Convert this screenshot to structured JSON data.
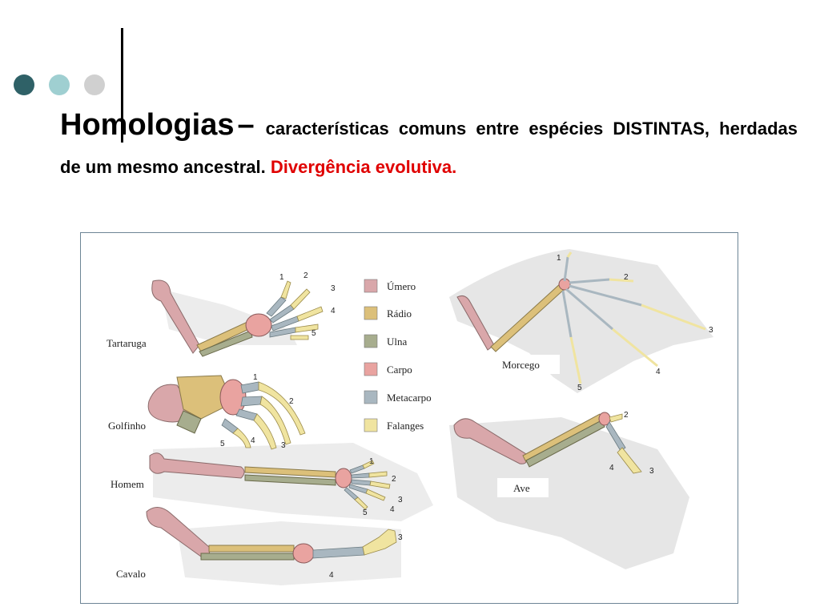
{
  "heading": {
    "title_word": "Homologias",
    "dash": "–",
    "text_part": "características comuns entre espécies DISTINTAS, herdadas de um mesmo ancestral.",
    "highlight": "Divergência evolutiva."
  },
  "colors": {
    "dot1": "#2f6167",
    "dot2": "#9fcfd1",
    "dot3": "#d0d0d0",
    "umero": "#d9a7aa",
    "radio": "#dcc07a",
    "ulna": "#a7ad8e",
    "carpo": "#e9a3a0",
    "metacarpo": "#a9b7c0",
    "falanges": "#f0e4a0",
    "highlight_red": "#e00000"
  },
  "legend": [
    {
      "label": "Úmero",
      "color_key": "umero"
    },
    {
      "label": "Rádio",
      "color_key": "radio"
    },
    {
      "label": "Ulna",
      "color_key": "ulna"
    },
    {
      "label": "Carpo",
      "color_key": "carpo"
    },
    {
      "label": "Metacarpo",
      "color_key": "metacarpo"
    },
    {
      "label": "Falanges",
      "color_key": "falanges"
    }
  ],
  "animals": {
    "tartaruga": "Tartaruga",
    "golfinho": "Golfinho",
    "homem": "Homem",
    "cavalo": "Cavalo",
    "morcego": "Morcego",
    "ave": "Ave"
  },
  "digits": {
    "d1": "1",
    "d2": "2",
    "d3": "3",
    "d4": "4",
    "d5": "5"
  }
}
